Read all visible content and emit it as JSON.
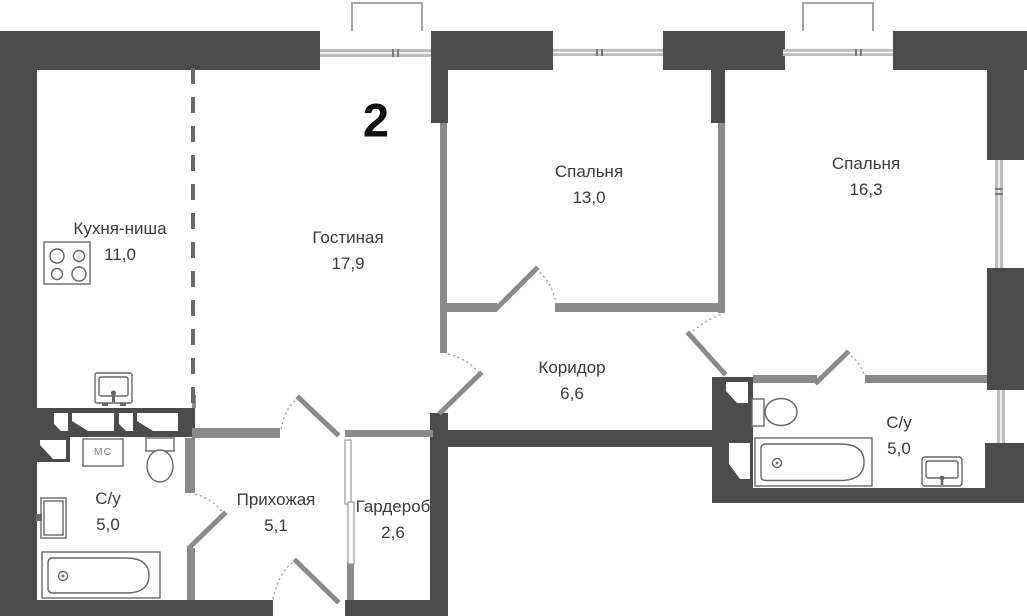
{
  "plan": {
    "apartment_number": "2",
    "rooms": [
      {
        "id": "kitchen",
        "name": "Кухня-ниша",
        "area": "11,0"
      },
      {
        "id": "living-room",
        "name": "Гостиная",
        "area": "17,9"
      },
      {
        "id": "bedroom-1",
        "name": "Спальня",
        "area": "13,0"
      },
      {
        "id": "bedroom-2",
        "name": "Спальня",
        "area": "16,3"
      },
      {
        "id": "corridor",
        "name": "Коридор",
        "area": "6,6"
      },
      {
        "id": "bathroom-left",
        "name": "С/у",
        "area": "5,0"
      },
      {
        "id": "hallway",
        "name": "Прихожая",
        "area": "5,1"
      },
      {
        "id": "wardrobe",
        "name": "Гардероб",
        "area": "2,6"
      },
      {
        "id": "bathroom-right",
        "name": "С/у",
        "area": "5,0"
      }
    ],
    "fixtures": {
      "washing_machine_label": "МС",
      "icons": [
        "stove-icon",
        "kitchen-sink-icon",
        "washbasin-icon",
        "toilet-icon",
        "bathtub-icon",
        "washing-machine-icon",
        "window-icon",
        "balcony-icon",
        "door-icon"
      ]
    },
    "colors": {
      "wall_dark": "#4b4b4b",
      "wall_light": "#8b8b8b",
      "window": "#bdbdbd",
      "door": "#8a8a8a",
      "text": "#3a3a3a"
    }
  }
}
